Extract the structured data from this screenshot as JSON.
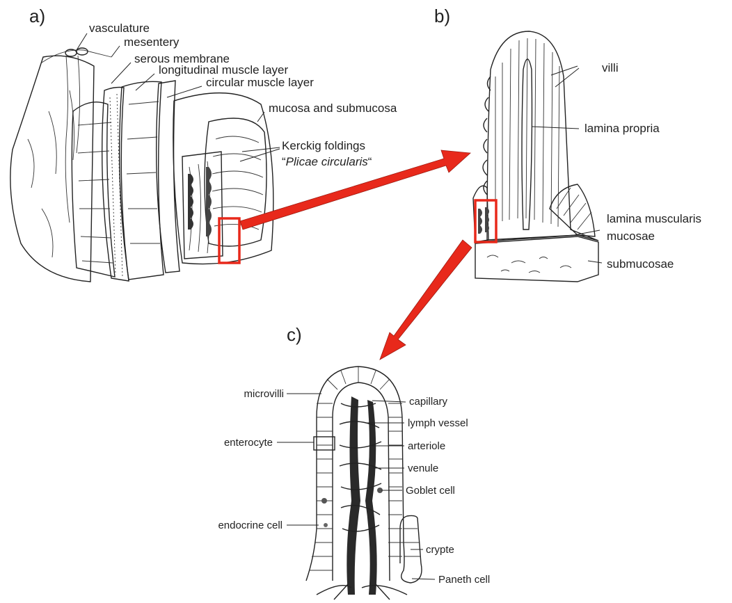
{
  "panels": {
    "a": "a)",
    "b": "b)",
    "c": "c)"
  },
  "labels_a": {
    "vasculature": "vasculature",
    "mesentery": "mesentery",
    "serous_membrane": "serous membrane",
    "longitudinal_muscle": "longitudinal muscle layer",
    "circular_muscle": "circular muscle layer",
    "mucosa_submucosa": "mucosa and submucosa",
    "kerckig_line1": "Kerckig foldings",
    "kerckig_open_quote": "“",
    "kerckig_italic": "Plicae circularis",
    "kerckig_close_quote": "“"
  },
  "labels_b": {
    "villi": "villi",
    "lamina_propria": "lamina propria",
    "lamina_muscularis_1": "lamina muscularis",
    "lamina_muscularis_2": "mucosae",
    "submucosae": "submucosae"
  },
  "labels_c": {
    "microvilli": "microvilli",
    "enterocyte": "enterocyte",
    "endocrine_cell": "endocrine cell",
    "capillary": "capillary",
    "lymph_vessel": "lymph vessel",
    "arteriole": "arteriole",
    "venule": "venule",
    "goblet_cell": "Goblet cell",
    "crypte": "crypte",
    "paneth_cell": "Paneth cell"
  },
  "colors": {
    "highlight": "#e8291b",
    "ink": "#222222"
  }
}
